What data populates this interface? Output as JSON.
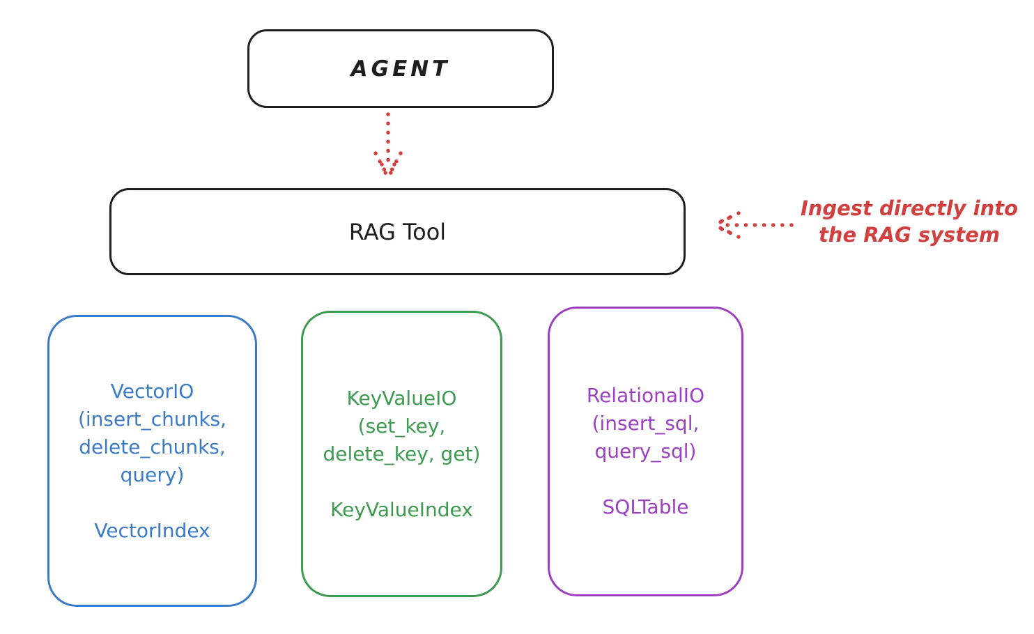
{
  "diagram": {
    "agent_box": {
      "label": "AGENT"
    },
    "rag_tool_box": {
      "label": "RAG Tool"
    },
    "annotation": {
      "line1": "Ingest directly into",
      "line2": "the RAG system"
    },
    "io_boxes": [
      {
        "name": "vector-io",
        "color": "#3a7bc8",
        "title_lines": [
          "VectorIO",
          "(insert_chunks,",
          "delete_chunks,",
          "query)"
        ],
        "index_label": "VectorIndex"
      },
      {
        "name": "keyvalue-io",
        "color": "#3d9a50",
        "title_lines": [
          "KeyValueIO",
          "(set_key,",
          "delete_key, get)"
        ],
        "index_label": "KeyValueIndex"
      },
      {
        "name": "relational-io",
        "color": "#9c3fc0",
        "title_lines": [
          "RelationalIO",
          "(insert_sql,",
          "query_sql)"
        ],
        "index_label": "SQLTable"
      }
    ],
    "colors": {
      "ink": "#1e1e1e",
      "red": "#d23f3f",
      "blue": "#3a7bc8",
      "green": "#3d9a50",
      "purple": "#9c3fc0",
      "background": "#ffffff"
    }
  }
}
